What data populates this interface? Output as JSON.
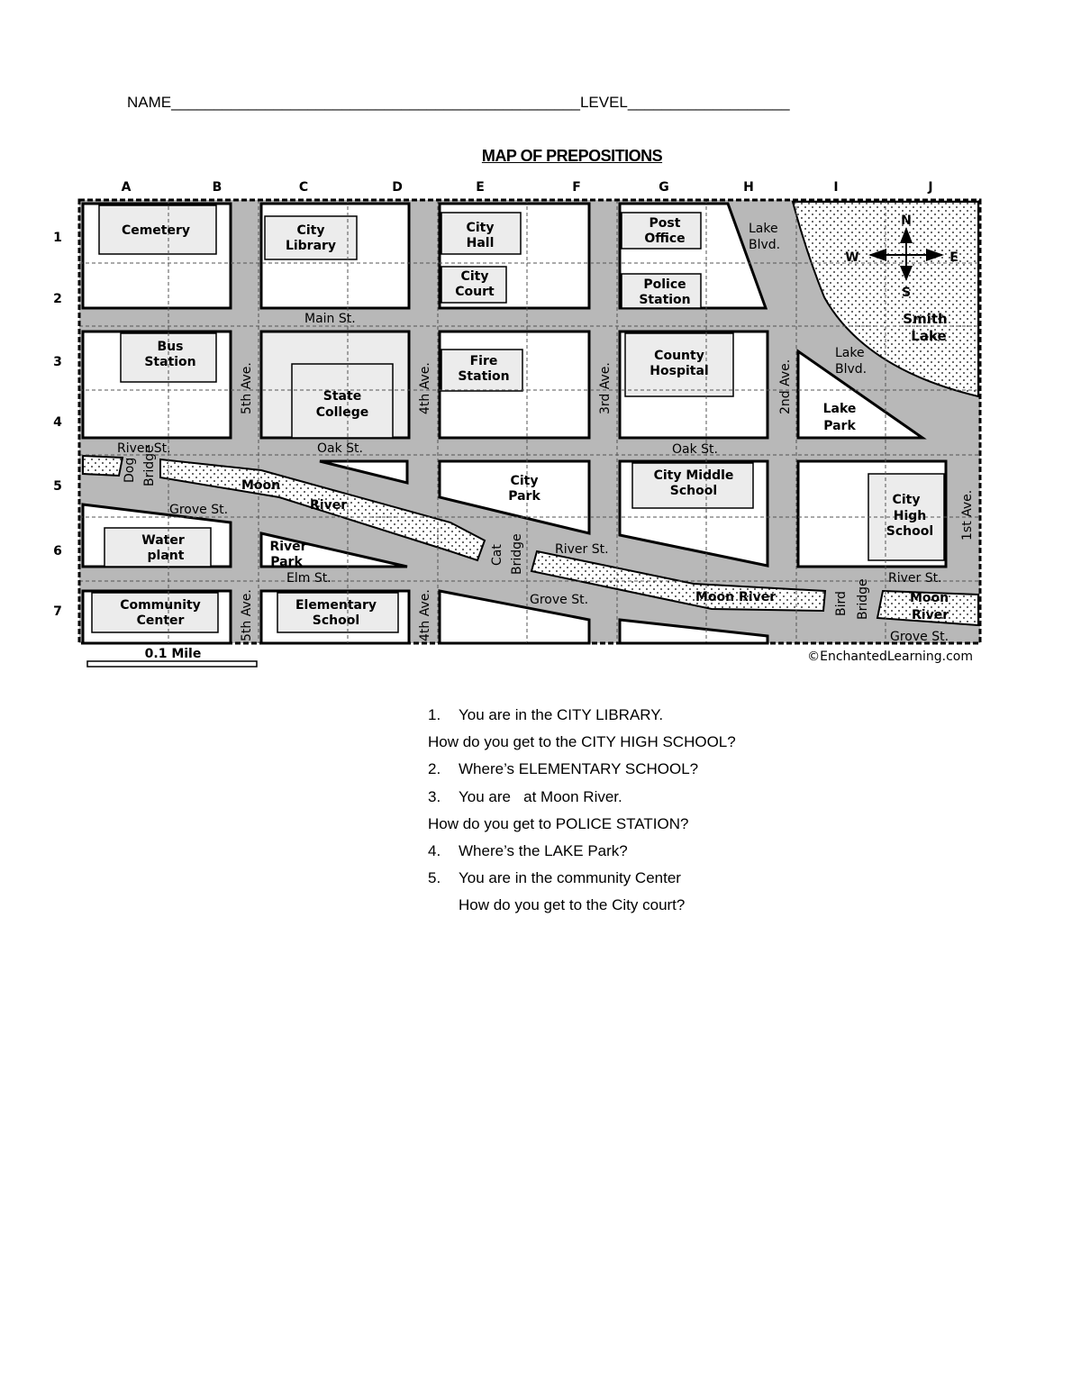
{
  "header": {
    "name_label": "NAME",
    "name_blank": "________________________________________________",
    "level_label": "LEVEL",
    "level_blank": "___________________"
  },
  "title": "MAP OF PREPOSITIONS",
  "map": {
    "columns": [
      "A",
      "B",
      "C",
      "D",
      "E",
      "F",
      "G",
      "H",
      "I",
      "J"
    ],
    "rows": [
      "1",
      "2",
      "3",
      "4",
      "5",
      "6",
      "7"
    ],
    "buildings": {
      "cemetery": "Cemetery",
      "city_library": [
        "City",
        "Library"
      ],
      "city_hall": [
        "City",
        "Hall"
      ],
      "city_court": [
        "City",
        "Court"
      ],
      "post_office": [
        "Post",
        "Office"
      ],
      "police_station": [
        "Police",
        "Station"
      ],
      "bus_station": [
        "Bus",
        "Station"
      ],
      "state_college": [
        "State",
        "College"
      ],
      "fire_station": [
        "Fire",
        "Station"
      ],
      "county_hospital": [
        "County",
        "Hospital"
      ],
      "lake_park": [
        "Lake",
        "Park"
      ],
      "city_park": [
        "City",
        "Park"
      ],
      "city_middle_school": [
        "City Middle",
        "School"
      ],
      "city_high_school": [
        "City",
        "High",
        "School"
      ],
      "water_plant": [
        "Water",
        "plant"
      ],
      "river_park": [
        "River",
        "Park"
      ],
      "community_center": [
        "Community",
        "Center"
      ],
      "elementary_school": [
        "Elementary",
        "School"
      ],
      "smith_lake": [
        "Smith",
        "Lake"
      ]
    },
    "streets": {
      "main": "Main St.",
      "river_st": "River St.",
      "oak": "Oak St.",
      "grove": "Grove St.",
      "elm": "Elm St.",
      "fifth_ave": "5th Ave.",
      "fourth_ave": "4th Ave.",
      "third_ave": "3rd Ave.",
      "second_ave": "2nd Ave.",
      "first_ave": "1st Ave.",
      "lake_blvd": [
        "Lake",
        "Blvd."
      ]
    },
    "river": {
      "moon": "Moon",
      "river": "River",
      "moon_river": "Moon River"
    },
    "bridges": {
      "dog": [
        "Dog",
        "Bridge"
      ],
      "cat": [
        "Cat",
        "Bridge"
      ],
      "bird": [
        "Bird",
        "Bridge"
      ]
    },
    "compass": {
      "n": "N",
      "s": "S",
      "e": "E",
      "w": "W"
    },
    "scale": "0.1 Mile",
    "credit": "©EnchantedLearning.com"
  },
  "questions": [
    {
      "num": "1.",
      "text": "You are in the CITY LIBRARY."
    },
    {
      "num": "",
      "text": "How do you get to the CITY HIGH SCHOOL?"
    },
    {
      "num": "2.",
      "text": "Where’s ELEMENTARY SCHOOL?"
    },
    {
      "num": "3.",
      "text": "You are   at Moon River."
    },
    {
      "num": "",
      "text": "How do you get to POLICE STATION?"
    },
    {
      "num": "4.",
      "text": "Where’s the LAKE Park?"
    },
    {
      "num": "5.",
      "text": "You are in the community Center"
    },
    {
      "num": "",
      "text": "How do you get to the City court?",
      "indent": true
    }
  ]
}
